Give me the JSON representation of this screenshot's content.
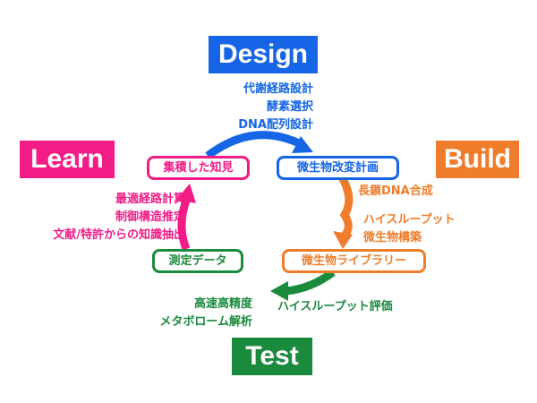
{
  "colors": {
    "design": "#1565e6",
    "build": "#ef7d2b",
    "test": "#1a8a3d",
    "learn": "#f21c87"
  },
  "phases": {
    "design": "Design",
    "build": "Build",
    "test": "Test",
    "learn": "Learn"
  },
  "boxes": {
    "design": "微生物改変計画",
    "build": "微生物ライブラリー",
    "test": "測定データ",
    "learn": "集積した知見"
  },
  "steps": {
    "design": [
      "代謝経路設計",
      "酵素選択",
      "DNA配列設計"
    ],
    "build": [
      "長鎖DNA合成",
      "ハイスループット",
      "微生物構築"
    ],
    "test_left": [
      "高速高精度",
      "メタボローム解析"
    ],
    "test_right": "ハイスループット評価",
    "learn": [
      "最適経路計算",
      "制御構造推定",
      "文献/特許からの知識抽出"
    ]
  }
}
